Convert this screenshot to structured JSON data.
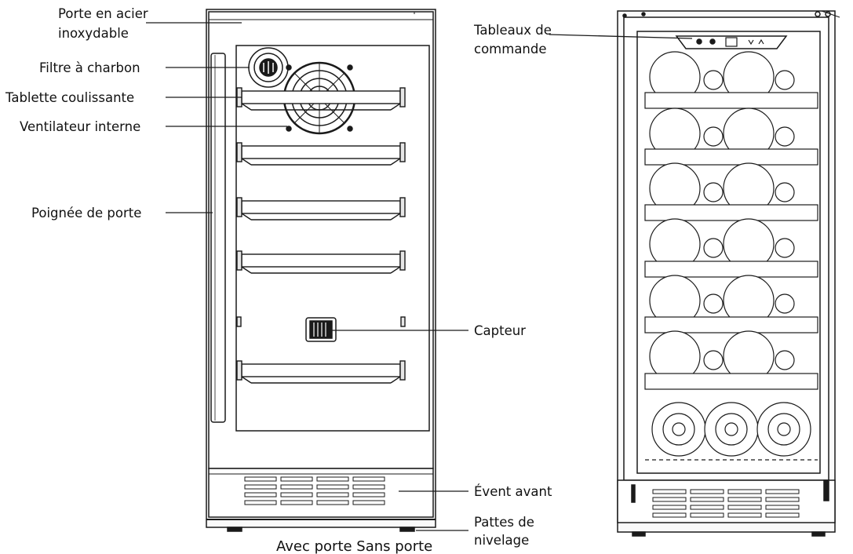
{
  "labels": {
    "stainless_door": [
      "Porte en acier",
      "inoxydable"
    ],
    "charcoal_filter": "Filtre à charbon",
    "sliding_shelf": "Tablette coulissante",
    "internal_fan": "Ventilateur interne",
    "door_handle": "Poignée de porte",
    "control_panel": [
      "Tableaux de",
      "commande"
    ],
    "sensor": "Capteur",
    "front_vent": "Évent avant",
    "leveling_legs": [
      "Pattes de",
      "nivelage"
    ]
  },
  "caption": "Avec porte Sans porte",
  "colors": {
    "line": "#1a1a1a",
    "fill": "#ffffff",
    "shade": "#f2f2f2"
  }
}
